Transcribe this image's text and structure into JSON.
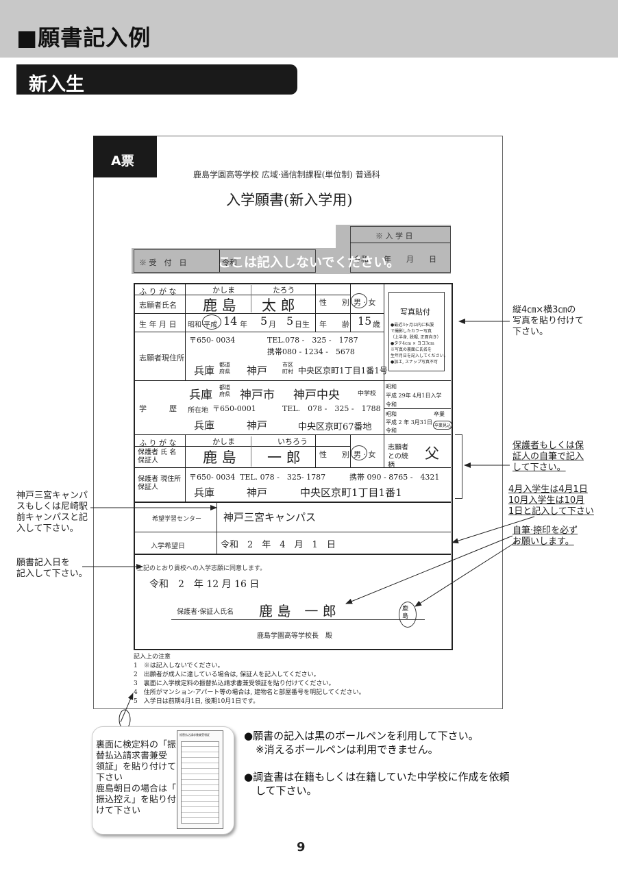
{
  "header": {
    "title": "■願書記入例"
  },
  "section": {
    "title": "新入生"
  },
  "form": {
    "tag": "A票",
    "school_line": "鹿島学園高等学校 広域·通信制課程(単位制) 普通科",
    "doc_title": "入学願書(新入学用)",
    "entry_date_label": "※ 入 学 日",
    "entry_date_row": "令和　　年　　月　　日",
    "receipt_label": "※ 受　付　日",
    "receipt_era": "令和",
    "overlay_notice": "ここは記入しないでください。",
    "applicant": {
      "furigana_label": "ふ り が な",
      "furigana_last": "かしま",
      "furigana_first": "たろう",
      "name_label": "志願者氏名",
      "name_last": "鹿 島",
      "name_first": "太 郎",
      "gender_label": "性　　別",
      "gender_value": "男 · 女",
      "birth_label": "生 年 月 日",
      "birth_era": "昭和·平成",
      "birth_year": "14",
      "birth_month": "5",
      "birth_day": "5",
      "birth_units": [
        "年",
        "月",
        "日生"
      ],
      "age_label": "年　　齢",
      "age_value": "15",
      "age_unit": "歳",
      "address_label": "志願者現住所",
      "postal": "〒650- 0034",
      "tel": "TEL.078 -　325 -　1787",
      "mobile": "携帯080 - 1234 -　5678",
      "pref": "兵庫",
      "pref_suffix": "都道府県",
      "city": "神戸",
      "city_suffix": "市区町村",
      "street": "中央区京町1丁目1番1号"
    },
    "photo": {
      "title": "写真貼付",
      "notes": [
        "●最近3ヶ月以内に私服",
        "で撮影したカラー写真",
        "（上半身, 脱帽, 正面向き）",
        "●タテ4cm × ヨコ3cm",
        "※写真の裏面に氏名を",
        "生年月日を記入してください。",
        "●加工, スナップ写真不可"
      ]
    },
    "school": {
      "label": "学　　　歴",
      "pref": "兵庫",
      "pref_suffix": "都道府県",
      "city": "神戸市",
      "name": "神戸中央",
      "type_label": "中学校",
      "location_label": "所在地",
      "postal": "〒650-0001",
      "tel": "TEL.　078 -　325 -　1788",
      "pref2": "兵庫",
      "city2": "神戸",
      "street": "中央区京町67番地",
      "enter_line": "平成 29年 4月1日入学",
      "grad_line": "平成 2 年 3月31日",
      "era_options": [
        "昭和",
        "令和"
      ],
      "grad_label": "卒業",
      "grad_expected": "卒業見込"
    },
    "guardian": {
      "furigana_label": "ふ り が な",
      "furigana_last": "かしま",
      "furigana_first": "いちろう",
      "name_label": "保護者 氏 名 保証人",
      "name_last": "鹿 島",
      "name_first": "一 郎",
      "gender_label": "性　　別",
      "gender_value": "男 · 女",
      "relation_label": "志願者との続柄",
      "relation_value": "父",
      "address_label": "保護者 現住所 保証人",
      "postal": "〒650- 0034",
      "tel": "TEL. 078 -　325- 1787",
      "mobile": "携帯 090 - 8765 -　4321",
      "pref": "兵庫",
      "city": "神戸",
      "street": "中央区京町1丁目1番1"
    },
    "campus": {
      "label": "希望学習センター",
      "value": "神戸三宮キャンパス"
    },
    "entry": {
      "label": "入学希望日",
      "value": "令和　2　年　4　月　1　日"
    },
    "consent": {
      "text": "上記のとおり貴校への入学志願に同意します。",
      "date": "令和　2　年 12 月 16 日",
      "guardian_label": "保護者·保証人氏名",
      "guardian_name": "鹿 島　一 郎",
      "seal": "鹿島",
      "principal": "鹿島学園高等学校長　殿"
    },
    "notes": {
      "title": "記入上の注意",
      "items": [
        "1　※は記入しないでください。",
        "2　出願者が成人に達している場合は, 保証人を記入してください。",
        "3　裏面に入学検定料の振替払込請求書兼受領証を貼り付けてください。",
        "4　住所がマンション·アパート等の場合は, 建物名と部屋番号を明記してください。",
        "5　入学日は前期4月1日, 後期10月1日です。"
      ]
    }
  },
  "annotations": {
    "photo": [
      "縦4㎝×横3㎝の",
      "写真を貼り付けて",
      "下さい。"
    ],
    "guardian": [
      "保護者もしくは保",
      "証人の自筆で記入",
      "して下さい。"
    ],
    "entry_date": [
      "4月入学生は4月1日",
      "10月入学生は10月",
      "1日と記入して下さい"
    ],
    "signature": [
      "自筆·捺印を必ず",
      "お願いします。"
    ],
    "campus": [
      "神戸三宮キャンパ",
      "スもしくは尼崎駅",
      "前キャンパスと記",
      "入して下さい。"
    ],
    "date": [
      "願書記入日を",
      "記入して下さい。"
    ],
    "callout": [
      "裏面に検定料の「振",
      "替払込請求書兼受",
      "領証」を貼り付けて",
      "下さい",
      "鹿島朝日の場合は「",
      "振込控え」を貼り付",
      "けて下さい"
    ],
    "receipt_thumb_title": "振替払込請求書兼受領証"
  },
  "bullets": [
    [
      "●願書の記入は黒のボールペンを利用して下さい。",
      "※消えるボールペンは利用できません。"
    ],
    [
      "●調査書は在籍もしくは在籍していた中学校に作成を依頼",
      "して下さい。"
    ]
  ],
  "page_number": "9"
}
